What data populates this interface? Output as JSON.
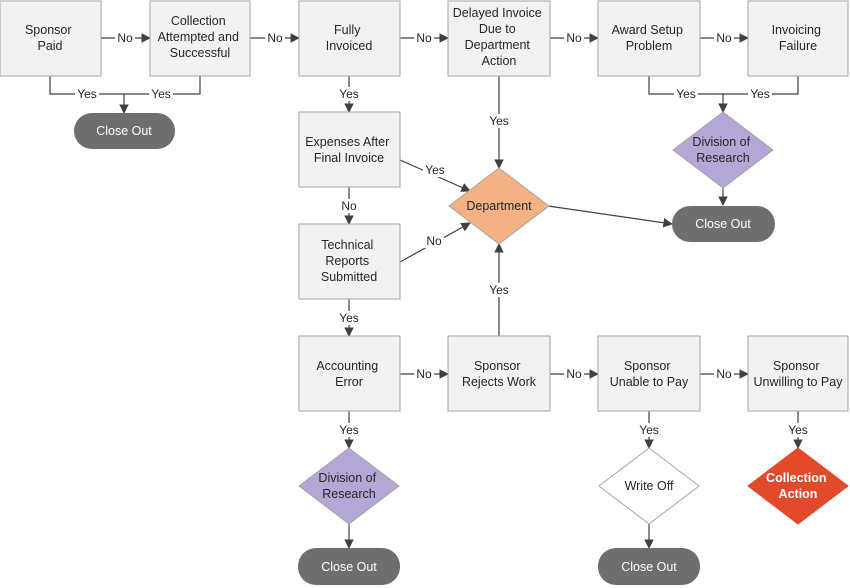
{
  "colors": {
    "box_fill": "#f2f2f2",
    "box_stroke": "#a6a6a6",
    "closeout_fill": "#6e6e6e",
    "purple_fill": "#b4a7d6",
    "orange_fill": "#f4b183",
    "red_fill": "#e34a2c",
    "line": "#404040"
  },
  "nodes": {
    "sponsor_paid": [
      "Sponsor",
      "Paid"
    ],
    "collection_success": [
      "Collection",
      "Attempted and",
      "Successful"
    ],
    "fully_invoiced": [
      "Fully",
      "Invoiced"
    ],
    "delayed_invoice": [
      "Delayed Invoice",
      "Due to",
      "Department",
      "Action"
    ],
    "award_setup": [
      "Award Setup",
      "Problem"
    ],
    "invoicing_failure": [
      "Invoicing",
      "Failure"
    ],
    "expenses_after": [
      "Expenses After",
      "Final Invoice"
    ],
    "technical_reports": [
      "Technical",
      "Reports",
      "Submitted"
    ],
    "accounting_error": [
      "Accounting",
      "Error"
    ],
    "sponsor_rejects": [
      "Sponsor",
      "Rejects Work"
    ],
    "sponsor_unable": [
      "Sponsor",
      "Unable to Pay"
    ],
    "sponsor_unwilling": [
      "Sponsor",
      "Unwilling to Pay"
    ],
    "department": [
      "Department"
    ],
    "division_top": [
      "Division of",
      "Research"
    ],
    "division_bottom": [
      "Division of",
      "Research"
    ],
    "write_off": [
      "Write Off"
    ],
    "collection_action": [
      "Collection",
      "Action"
    ],
    "close_out_1": [
      "Close Out"
    ],
    "close_out_2": [
      "Close Out"
    ],
    "close_out_3": [
      "Close Out"
    ],
    "close_out_4": [
      "Close Out"
    ]
  },
  "edges": {
    "paid_to_collection": "No",
    "collection_to_invoiced": "No",
    "invoiced_to_delayed": "No",
    "delayed_to_award": "No",
    "award_to_failure": "No",
    "paid_to_close": "Yes",
    "collection_to_close": "Yes",
    "invoiced_to_expenses": "Yes",
    "delayed_to_department": "Yes",
    "award_to_division": "Yes",
    "failure_to_division": "Yes",
    "expenses_to_department": "Yes",
    "expenses_to_reports": "No",
    "reports_to_department": "No",
    "reports_to_accounting": "Yes",
    "accounting_to_rejects": "No",
    "rejects_to_department": "Yes",
    "rejects_to_unable": "No",
    "unable_to_unwilling": "No",
    "accounting_to_division": "Yes",
    "unable_to_writeoff": "Yes",
    "unwilling_to_collection": "Yes"
  }
}
